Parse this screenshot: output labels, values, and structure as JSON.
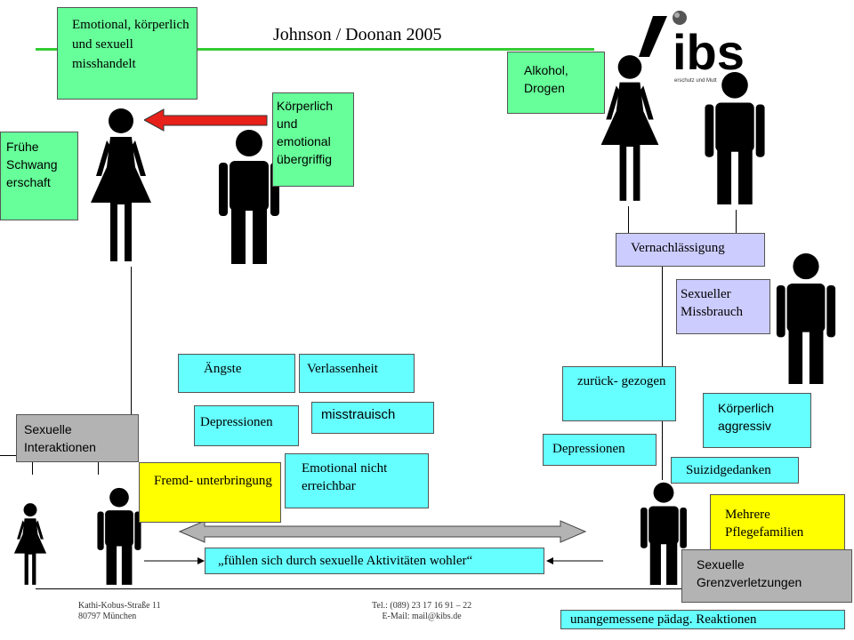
{
  "title": "Johnson / Doonan 2005",
  "logo": {
    "text": "ibs",
    "tagline": "erschutz und Mutt"
  },
  "labels": {
    "emotional_misshandelt": "Emotional, körperlich und sexuell misshandelt",
    "koerperlich_uebergriffig": "Körperlich und emotional übergriffig",
    "fruehe_schwangerschaft": "Frühe Schwang erschaft",
    "alkohol_drogen": "Alkohol, Drogen",
    "vernachlaessigung": "Vernachlässigung",
    "sexueller_missbrauch": "Sexueller Missbrauch",
    "aengste": "Ängste",
    "verlassenheit": "Verlassenheit",
    "depressionen_left": "Depressionen",
    "misstrauisch": "misstrauisch",
    "emotional_nicht_erreichbar": "Emotional nicht erreichbar",
    "sexuelle_interaktionen": "Sexuelle Interaktionen",
    "fremdunterbringung": "Fremd- unterbringung",
    "zurueckgezogen": "zurück- gezogen",
    "depressionen_right": "Depressionen",
    "koerperlich_aggressiv": "Körperlich aggressiv",
    "suizidgedanken": "Suizidgedanken",
    "mehrere_pflegefamilien": "Mehrere Pflegefamilien",
    "sexuelle_grenzverletzungen": "Sexuelle Grenzverletzungen",
    "fuehlen_sich": "„fühlen sich durch sexuelle Aktivitäten wohler“",
    "unangemessene_reaktionen": "unangemessene pädag. Reaktionen"
  },
  "footer": {
    "address_line1": "Kathi-Kobus-Straße 11",
    "address_line2": "80797 München",
    "contact_line1": "Tel.: (089) 23 17 16 91 – 22",
    "contact_line2": "E-Mail: mail@kibs.de"
  },
  "colors": {
    "green": "#66ff99",
    "cyan": "#66ffff",
    "lavender": "#ccccff",
    "yellow": "#ffff00",
    "gray": "#b3b3b3",
    "red_arrow": "#e8201a",
    "rule": "#33cc33"
  }
}
